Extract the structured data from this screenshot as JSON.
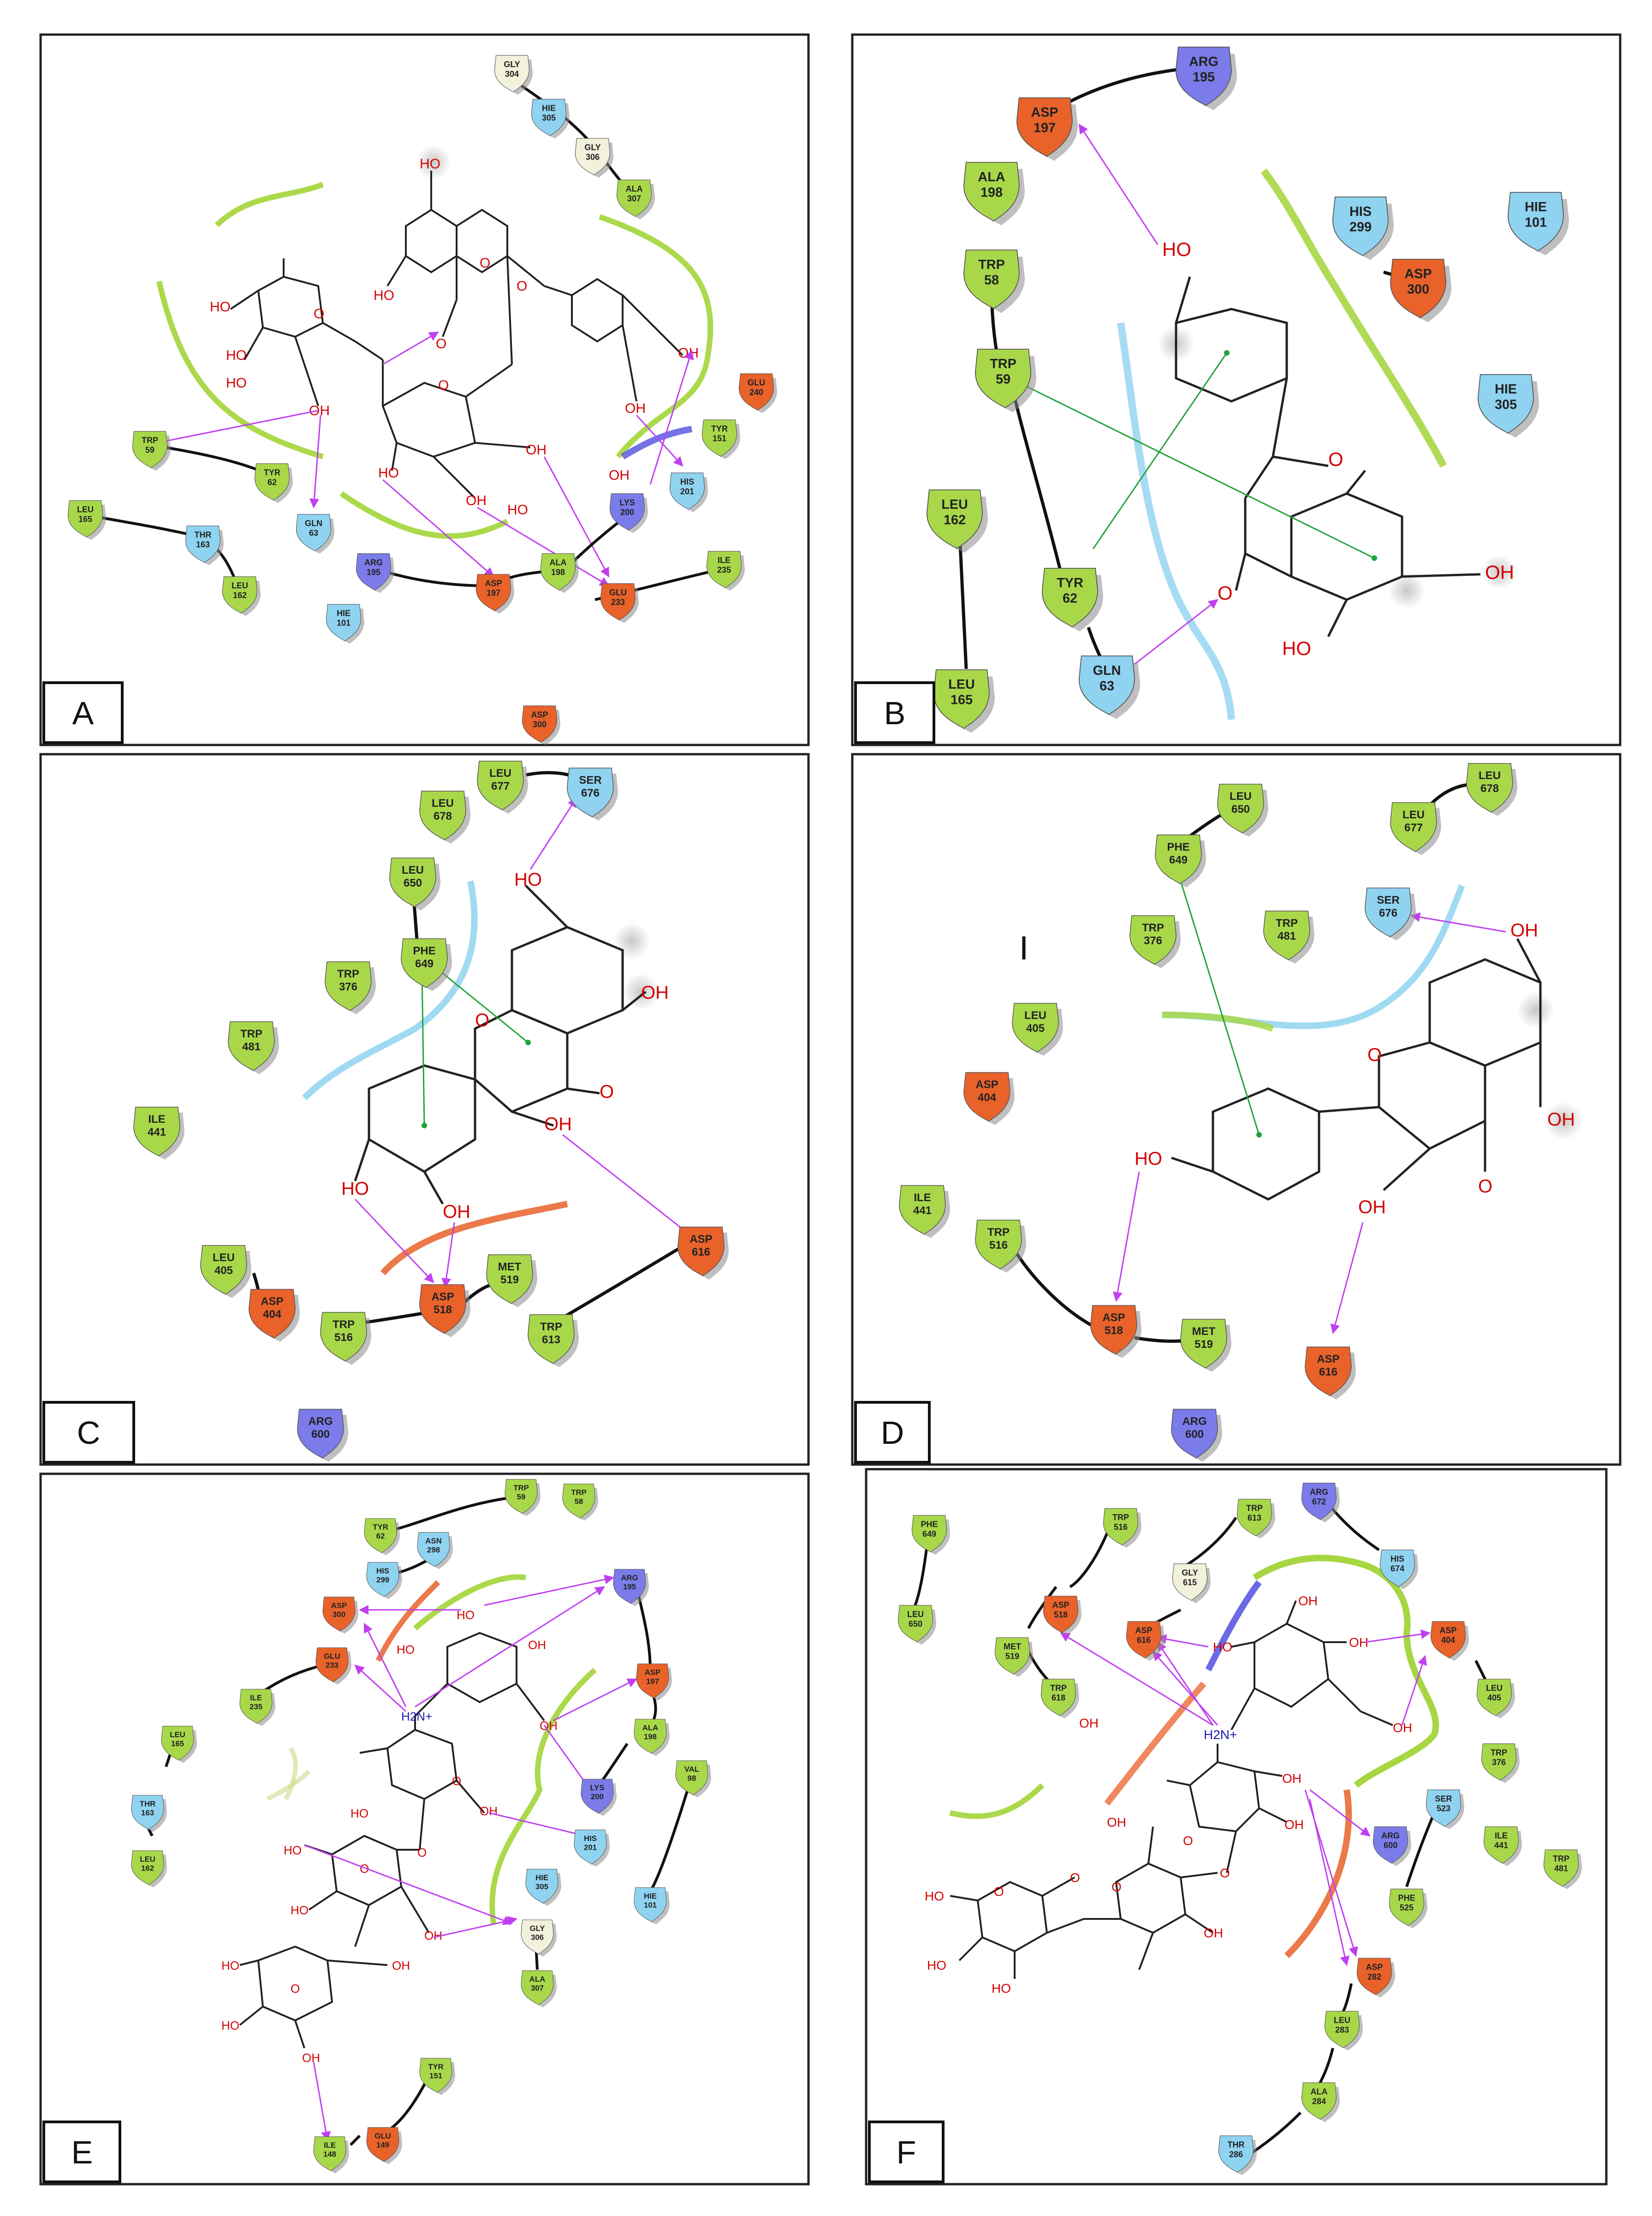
{
  "panels": [
    {
      "id": "A",
      "label": "A",
      "residues": [
        {
          "name": "GLY",
          "num": "304",
          "type": "gly"
        },
        {
          "name": "HIE",
          "num": "305",
          "type": "pos"
        },
        {
          "name": "GLY",
          "num": "306",
          "type": "gly"
        },
        {
          "name": "ALA",
          "num": "307",
          "type": "hyd"
        },
        {
          "name": "GLU",
          "num": "240",
          "type": "neg"
        },
        {
          "name": "TYR",
          "num": "151",
          "type": "hyd"
        },
        {
          "name": "HIS",
          "num": "201",
          "type": "pos"
        },
        {
          "name": "LYS",
          "num": "200",
          "type": "arg"
        },
        {
          "name": "ILE",
          "num": "235",
          "type": "hyd"
        },
        {
          "name": "GLU",
          "num": "233",
          "type": "neg"
        },
        {
          "name": "ALA",
          "num": "198",
          "type": "hyd"
        },
        {
          "name": "ASP",
          "num": "197",
          "type": "neg"
        },
        {
          "name": "ARG",
          "num": "195",
          "type": "arg"
        },
        {
          "name": "HIE",
          "num": "101",
          "type": "pos"
        },
        {
          "name": "TRP",
          "num": "59",
          "type": "hyd"
        },
        {
          "name": "TYR",
          "num": "62",
          "type": "hyd"
        },
        {
          "name": "GLN",
          "num": "63",
          "type": "pos"
        },
        {
          "name": "LEU",
          "num": "165",
          "type": "hyd"
        },
        {
          "name": "THR",
          "num": "163",
          "type": "pos"
        },
        {
          "name": "LEU",
          "num": "162",
          "type": "hyd"
        },
        {
          "name": "ASP",
          "num": "300",
          "type": "neg"
        }
      ],
      "atoms": [
        "HO",
        "HO",
        "HO",
        "OH",
        "O",
        "O",
        "HO",
        "HO",
        "OH",
        "O",
        "O",
        "HO",
        "OH",
        "HO",
        "OH",
        "OH",
        "OH",
        "O"
      ]
    },
    {
      "id": "B",
      "label": "B",
      "residues": [
        {
          "name": "ARG",
          "num": "195",
          "type": "arg"
        },
        {
          "name": "ASP",
          "num": "197",
          "type": "neg"
        },
        {
          "name": "ALA",
          "num": "198",
          "type": "hyd"
        },
        {
          "name": "HIS",
          "num": "299",
          "type": "pos"
        },
        {
          "name": "ASP",
          "num": "300",
          "type": "neg"
        },
        {
          "name": "HIE",
          "num": "101",
          "type": "pos"
        },
        {
          "name": "TRP",
          "num": "58",
          "type": "hyd"
        },
        {
          "name": "TRP",
          "num": "59",
          "type": "hyd"
        },
        {
          "name": "HIE",
          "num": "305",
          "type": "pos"
        },
        {
          "name": "LEU",
          "num": "162",
          "type": "hyd"
        },
        {
          "name": "TYR",
          "num": "62",
          "type": "hyd"
        },
        {
          "name": "GLN",
          "num": "63",
          "type": "pos"
        },
        {
          "name": "LEU",
          "num": "165",
          "type": "hyd"
        }
      ],
      "atoms": [
        "HO",
        "O",
        "O",
        "OH",
        "HO",
        "O"
      ]
    },
    {
      "id": "C",
      "label": "C",
      "residues": [
        {
          "name": "LEU",
          "num": "678",
          "type": "hyd"
        },
        {
          "name": "LEU",
          "num": "677",
          "type": "hyd"
        },
        {
          "name": "SER",
          "num": "676",
          "type": "pos"
        },
        {
          "name": "LEU",
          "num": "650",
          "type": "hyd"
        },
        {
          "name": "PHE",
          "num": "649",
          "type": "hyd"
        },
        {
          "name": "TRP",
          "num": "376",
          "type": "hyd"
        },
        {
          "name": "TRP",
          "num": "481",
          "type": "hyd"
        },
        {
          "name": "ILE",
          "num": "441",
          "type": "hyd"
        },
        {
          "name": "LEU",
          "num": "405",
          "type": "hyd"
        },
        {
          "name": "ASP",
          "num": "404",
          "type": "neg"
        },
        {
          "name": "TRP",
          "num": "516",
          "type": "hyd"
        },
        {
          "name": "ASP",
          "num": "518",
          "type": "neg"
        },
        {
          "name": "MET",
          "num": "519",
          "type": "hyd"
        },
        {
          "name": "TRP",
          "num": "613",
          "type": "hyd"
        },
        {
          "name": "ASP",
          "num": "616",
          "type": "neg"
        },
        {
          "name": "ARG",
          "num": "600",
          "type": "arg"
        }
      ],
      "atoms": [
        "HO",
        "OH",
        "O",
        "O",
        "OH",
        "HO",
        "OH"
      ]
    },
    {
      "id": "D",
      "label": "D",
      "residues": [
        {
          "name": "LEU",
          "num": "650",
          "type": "hyd"
        },
        {
          "name": "PHE",
          "num": "649",
          "type": "hyd"
        },
        {
          "name": "LEU",
          "num": "678",
          "type": "hyd"
        },
        {
          "name": "LEU",
          "num": "677",
          "type": "hyd"
        },
        {
          "name": "SER",
          "num": "676",
          "type": "pos"
        },
        {
          "name": "TRP",
          "num": "376",
          "type": "hyd"
        },
        {
          "name": "TRP",
          "num": "481",
          "type": "hyd"
        },
        {
          "name": "LEU",
          "num": "405",
          "type": "hyd"
        },
        {
          "name": "ASP",
          "num": "404",
          "type": "neg"
        },
        {
          "name": "ILE",
          "num": "441",
          "type": "hyd"
        },
        {
          "name": "TRP",
          "num": "516",
          "type": "hyd"
        },
        {
          "name": "ASP",
          "num": "518",
          "type": "neg"
        },
        {
          "name": "MET",
          "num": "519",
          "type": "hyd"
        },
        {
          "name": "ASP",
          "num": "616",
          "type": "neg"
        },
        {
          "name": "ARG",
          "num": "600",
          "type": "arg"
        }
      ],
      "atoms": [
        "OH",
        "O",
        "OH",
        "HO",
        "OH",
        "O",
        "HO"
      ]
    },
    {
      "id": "E",
      "label": "E",
      "residues": [
        {
          "name": "TRP",
          "num": "59",
          "type": "hyd"
        },
        {
          "name": "TRP",
          "num": "58",
          "type": "hyd"
        },
        {
          "name": "TYR",
          "num": "62",
          "type": "hyd"
        },
        {
          "name": "ASN",
          "num": "298",
          "type": "pos"
        },
        {
          "name": "HIS",
          "num": "299",
          "type": "pos"
        },
        {
          "name": "ASP",
          "num": "300",
          "type": "neg"
        },
        {
          "name": "ARG",
          "num": "195",
          "type": "arg"
        },
        {
          "name": "GLU",
          "num": "233",
          "type": "neg"
        },
        {
          "name": "ASP",
          "num": "197",
          "type": "neg"
        },
        {
          "name": "ILE",
          "num": "235",
          "type": "hyd"
        },
        {
          "name": "ALA",
          "num": "198",
          "type": "hyd"
        },
        {
          "name": "VAL",
          "num": "98",
          "type": "hyd"
        },
        {
          "name": "LEU",
          "num": "165",
          "type": "hyd"
        },
        {
          "name": "THR",
          "num": "163",
          "type": "pos"
        },
        {
          "name": "LYS",
          "num": "200",
          "type": "arg"
        },
        {
          "name": "LEU",
          "num": "162",
          "type": "hyd"
        },
        {
          "name": "HIS",
          "num": "201",
          "type": "pos"
        },
        {
          "name": "HIE",
          "num": "305",
          "type": "pos"
        },
        {
          "name": "HIE",
          "num": "101",
          "type": "pos"
        },
        {
          "name": "GLY",
          "num": "306",
          "type": "gly"
        },
        {
          "name": "ALA",
          "num": "307",
          "type": "hyd"
        },
        {
          "name": "TYR",
          "num": "151",
          "type": "hyd"
        },
        {
          "name": "ILE",
          "num": "148",
          "type": "hyd"
        },
        {
          "name": "GLU",
          "num": "149",
          "type": "neg"
        }
      ],
      "atoms": [
        "HO",
        "HO",
        "OH",
        "H2N+",
        "OH",
        "O",
        "OH",
        "HO",
        "O",
        "HO",
        "O",
        "HO",
        "OH",
        "O",
        "HO",
        "O",
        "OH",
        "HO",
        "HO",
        "O",
        "OH"
      ]
    },
    {
      "id": "F",
      "label": "F",
      "residues": [
        {
          "name": "PHE",
          "num": "649",
          "type": "hyd"
        },
        {
          "name": "TRP",
          "num": "516",
          "type": "hyd"
        },
        {
          "name": "TRP",
          "num": "613",
          "type": "hyd"
        },
        {
          "name": "ARG",
          "num": "672",
          "type": "arg"
        },
        {
          "name": "HIS",
          "num": "674",
          "type": "pos"
        },
        {
          "name": "GLY",
          "num": "615",
          "type": "gly"
        },
        {
          "name": "LEU",
          "num": "650",
          "type": "hyd"
        },
        {
          "name": "ASP",
          "num": "518",
          "type": "neg"
        },
        {
          "name": "ASP",
          "num": "616",
          "type": "neg"
        },
        {
          "name": "ASP",
          "num": "404",
          "type": "neg"
        },
        {
          "name": "MET",
          "num": "519",
          "type": "hyd"
        },
        {
          "name": "LEU",
          "num": "405",
          "type": "hyd"
        },
        {
          "name": "TRP",
          "num": "618",
          "type": "hyd"
        },
        {
          "name": "TRP",
          "num": "376",
          "type": "hyd"
        },
        {
          "name": "SER",
          "num": "523",
          "type": "pos"
        },
        {
          "name": "ILE",
          "num": "441",
          "type": "hyd"
        },
        {
          "name": "ARG",
          "num": "600",
          "type": "arg"
        },
        {
          "name": "TRP",
          "num": "481",
          "type": "hyd"
        },
        {
          "name": "PHE",
          "num": "525",
          "type": "hyd"
        },
        {
          "name": "ASP",
          "num": "282",
          "type": "neg"
        },
        {
          "name": "LEU",
          "num": "283",
          "type": "hyd"
        },
        {
          "name": "ALA",
          "num": "284",
          "type": "hyd"
        },
        {
          "name": "THR",
          "num": "286",
          "type": "pos"
        }
      ],
      "atoms": [
        "OH",
        "HO",
        "OH",
        "OH",
        "H2N+",
        "OH",
        "OH",
        "OH",
        "O",
        "HO",
        "OH",
        "O",
        "O",
        "O",
        "O",
        "HO",
        "HO",
        "OH",
        "HO"
      ]
    }
  ],
  "colors": {
    "hyd": "#a8d84a",
    "neg": "#e8622a",
    "pos": "#8fd3f0",
    "arg": "#7b7bea",
    "gly": "#f1f1dc",
    "hbond": "#c040f0",
    "pipi": "#22a33a",
    "atom": "#d40000",
    "nitrogen": "#1a1ab0"
  }
}
